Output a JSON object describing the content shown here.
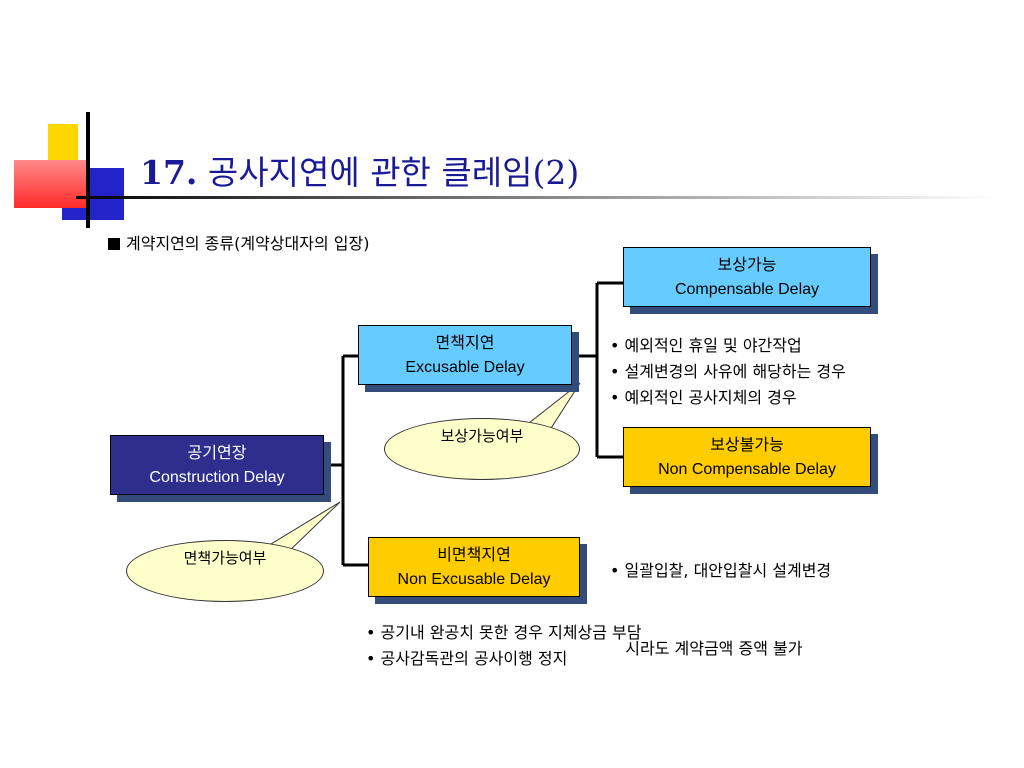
{
  "title": {
    "number": "17.",
    "text": " 공사지연에 관한 클레임",
    "suffix": "(2)"
  },
  "subtitle": "계약지연의 종류(계약상대자의 입장)",
  "nodes": {
    "construction_delay": {
      "ko": "공기연장",
      "en": "Construction Delay"
    },
    "excusable_delay": {
      "ko": "면책지연",
      "en": "Excusable Delay"
    },
    "non_excusable_delay": {
      "ko": "비면책지연",
      "en": "Non Excusable Delay"
    },
    "compensable_delay": {
      "ko": "보상가능",
      "en": "Compensable Delay"
    },
    "non_compensable_delay": {
      "ko": "보상불가능",
      "en": "Non Compensable Delay"
    }
  },
  "bubbles": {
    "compensable_check": "보상가능여부",
    "excusable_check": "면책가능여부"
  },
  "notes": {
    "compensable": [
      "• 예외적인 휴일 및 야간작업",
      "• 설계변경의 사유에 해당하는 경우",
      "• 예외적인 공사지체의 경우"
    ],
    "non_compensable": [
      "• 일괄입찰, 대안입찰시 설계변경",
      "   시라도 계약금액 증액 불가"
    ],
    "non_excusable": [
      "• 공기내 완공치 못한 경우 지체상금 부담",
      "• 공사감독관의 공사이행 정지"
    ]
  },
  "colors": {
    "title": "#1a1a96",
    "navy_box": "#2e2e8c",
    "cyan_box": "#66ccff",
    "gold_box": "#ffcc00",
    "bubble": "#ffffcc"
  }
}
